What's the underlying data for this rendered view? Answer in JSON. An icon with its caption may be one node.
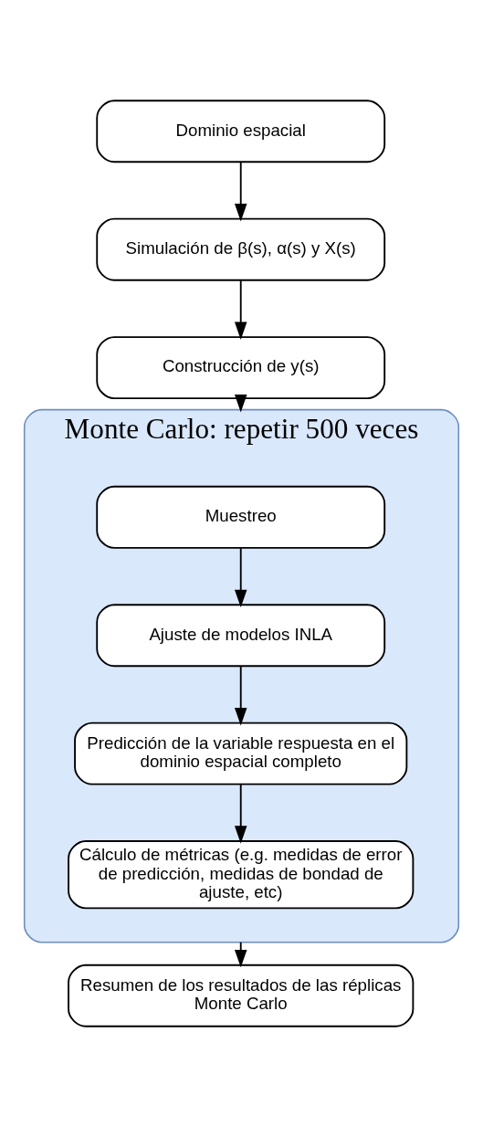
{
  "diagram": {
    "nodes": [
      {
        "text": [
          "Dominio espacial"
        ]
      },
      {
        "text": [
          "Simulación de β(s), α(s) y X(s)"
        ]
      },
      {
        "text": [
          "Construcción de y(s)"
        ]
      },
      {
        "text": [
          "Monte Carlo: repetir 500 veces"
        ]
      },
      {
        "text": [
          "Muestreo"
        ],
        "in": 3
      },
      {
        "text": [
          "Ajuste de modelos INLA"
        ],
        "in": 3
      },
      {
        "text": [
          "Predicción de la variable respuesta en el dominio espacial completo"
        ],
        "in": 3
      },
      {
        "text": [
          "Cálculo de métricas (e.g. medidas de error de predicción, medidas de bondad de ajuste, etc)"
        ],
        "in": 3
      },
      {
        "text": [
          "Resumen de los resultados de las réplicas Monte Carlo"
        ]
      }
    ],
    "edges": [
      {
        "from": 0,
        "to": 1,
        "arrow": "to"
      },
      {
        "from": 1,
        "to": 2,
        "arrow": "to"
      },
      {
        "from": 2,
        "to": 3,
        "arrow": "to"
      },
      {
        "from": 4,
        "to": 5,
        "arrow": "to"
      },
      {
        "from": 5,
        "to": 6,
        "arrow": "to"
      },
      {
        "from": 6,
        "to": 7,
        "arrow": "to"
      },
      {
        "from": 3,
        "to": 8,
        "arrow": "to"
      }
    ]
  }
}
